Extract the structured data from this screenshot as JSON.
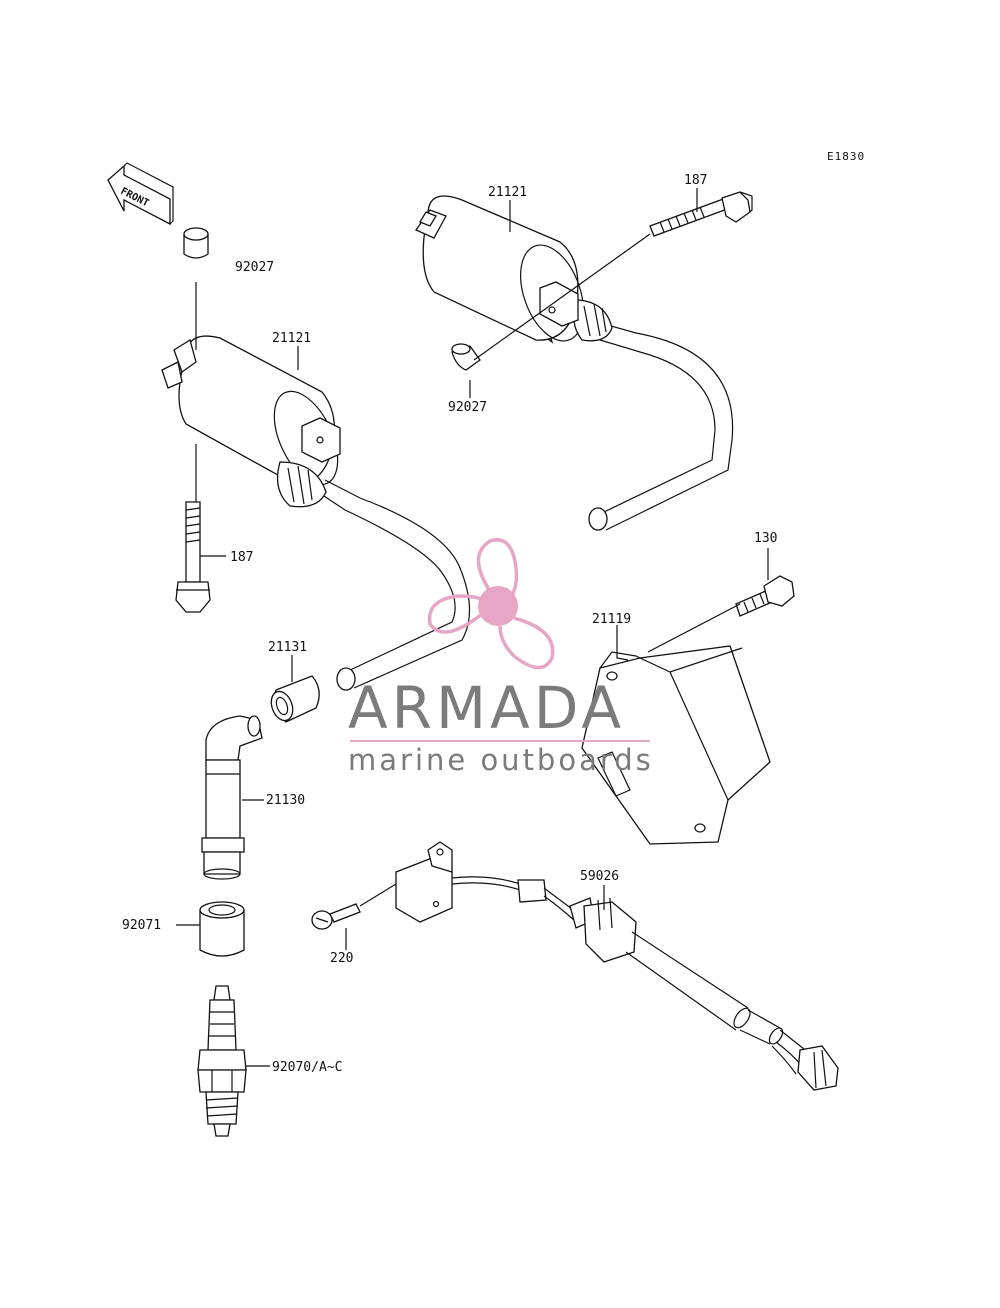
{
  "diagram_code": "E1830",
  "front_label": "FRONT",
  "callouts": [
    {
      "id": "c-21121-top",
      "text": "21121"
    },
    {
      "id": "c-187-top",
      "text": "187"
    },
    {
      "id": "c-92027-top",
      "text": "92027"
    },
    {
      "id": "c-92027-left",
      "text": "92027"
    },
    {
      "id": "c-21121-left",
      "text": "21121"
    },
    {
      "id": "c-187-left",
      "text": "187"
    },
    {
      "id": "c-130",
      "text": "130"
    },
    {
      "id": "c-21119",
      "text": "21119"
    },
    {
      "id": "c-21131",
      "text": "21131"
    },
    {
      "id": "c-21130",
      "text": "21130"
    },
    {
      "id": "c-92071",
      "text": "92071"
    },
    {
      "id": "c-59026",
      "text": "59026"
    },
    {
      "id": "c-220",
      "text": "220"
    },
    {
      "id": "c-92070",
      "text": "92070/A~C"
    }
  ],
  "watermark": {
    "title": "ARMADA",
    "subtitle": "marine outboards",
    "logo_icon": "propeller-logo-icon",
    "logo_color": "#e8a6c6",
    "text_color": "#7b7b7b"
  }
}
